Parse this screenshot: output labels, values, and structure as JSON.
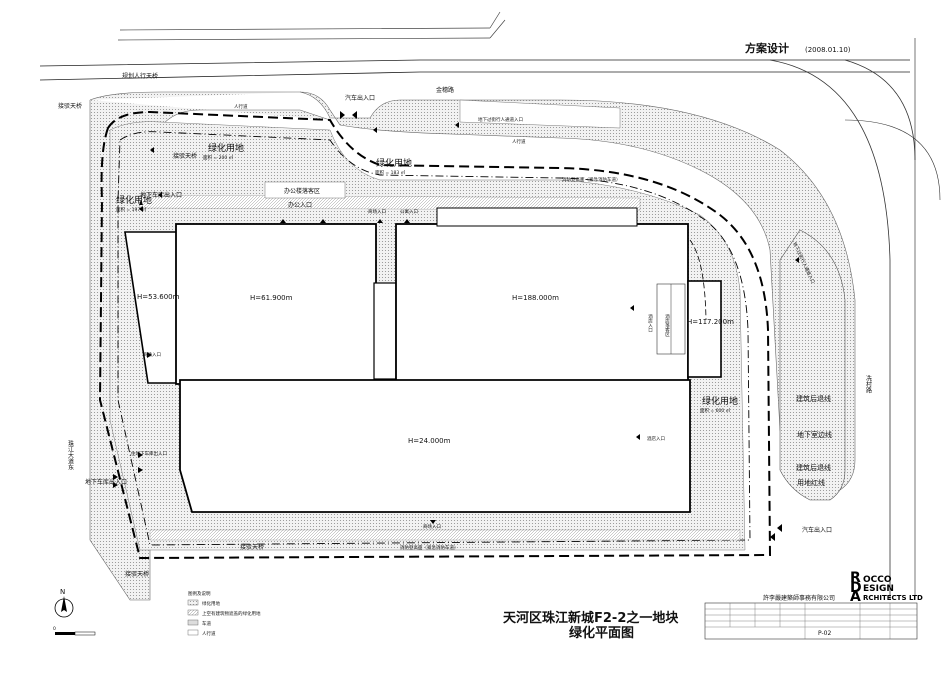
{
  "header": {
    "title": "方案设计",
    "date": "(2008.01.10)"
  },
  "roads": {
    "north": "金穗路",
    "east": "冼村路",
    "west": "珠江大道东"
  },
  "entrances": {
    "car_exit_top": "汽车出入口",
    "car_exit_bottom": "汽车出入口",
    "underground_car_west": "地下车库出入口",
    "underground_car_nw": "地下车库出入口",
    "underground_ped_top": "地下过街行人通道入口",
    "underground_ped_right": "地下过街行人通道入口",
    "planned_ped_bridge": "规划人行天桥",
    "bridge_1": "接驳天桥",
    "bridge_2": "接驳天桥",
    "bridge_3": "接驳天桥",
    "bridge_4": "接驳天桥",
    "office_dropoff": "办公楼落客区",
    "office_entry": "办公入口",
    "mall_entry_1": "商场入口",
    "mall_entry_2": "商场入口",
    "mall_entry_3": "商场入口",
    "apartment_entry": "公寓入口",
    "hotel_entry": "酒店入口",
    "hotel_entry_v": "酒店入口",
    "hotel_dropoff_v": "酒店落客区",
    "residential_car": "住地下车库出入口",
    "sidewalk_1": "人行道",
    "sidewalk_2": "人行道",
    "fire_lane_top": "消防登高面（紧急消防车道）",
    "fire_lane_bottom": "消防登高面（紧急消防车道）"
  },
  "green_areas": [
    {
      "label": "绿化用地",
      "area": "面积 = 200 ㎡"
    },
    {
      "label": "绿化用地",
      "area": "面积 = 183 ㎡"
    },
    {
      "label": "绿化用地",
      "area": "面积 = 197 ㎡"
    },
    {
      "label": "绿化用地",
      "area": "面积 = 600 ㎡"
    }
  ],
  "heights": {
    "office": "H=61.900m",
    "hotel": "H=188.000m",
    "podium": "H=24.000m",
    "west": "H=53.600m",
    "east": "H=117.200m"
  },
  "setbacks": {
    "building_line_1": "建筑后退线",
    "basement_line": "地下室边线",
    "building_line_2": "建筑后退线",
    "red_line": "用地红线"
  },
  "legend": {
    "title": "图例及说明",
    "items": [
      "绿化用地",
      "上空有建筑物遮盖的绿化用地",
      "车道",
      "人行道"
    ]
  },
  "north_arrow": "N",
  "scale_label": "0",
  "title_block": {
    "company": "許李嚴建築師事務有限公司",
    "logo_line1": "OCCO",
    "logo_line2": "ESIGN",
    "logo_line3": "RCHITECTS LTD",
    "project_title_1": "天河区珠江新城F2-2之一地块",
    "project_title_2": "绿化平面图",
    "drawing_no": "P-02"
  }
}
